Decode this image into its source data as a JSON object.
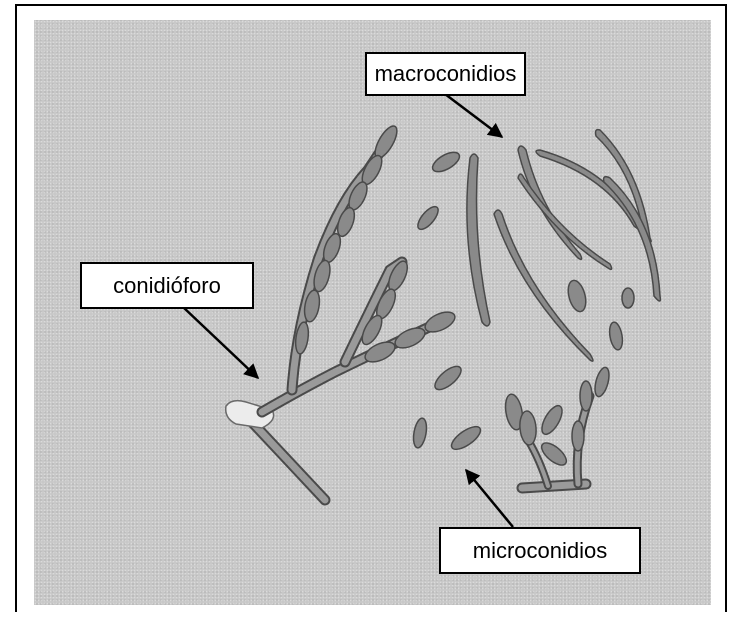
{
  "labels": {
    "macro": "macroconidios",
    "conidio": "conidióforo",
    "micro": "microconidios"
  },
  "colors": {
    "background": "#c8c8c8",
    "structure_fill": "#8a8a8a",
    "structure_stroke": "#4a4a4a",
    "base_fill": "#ececec",
    "arrow": "#000000"
  }
}
